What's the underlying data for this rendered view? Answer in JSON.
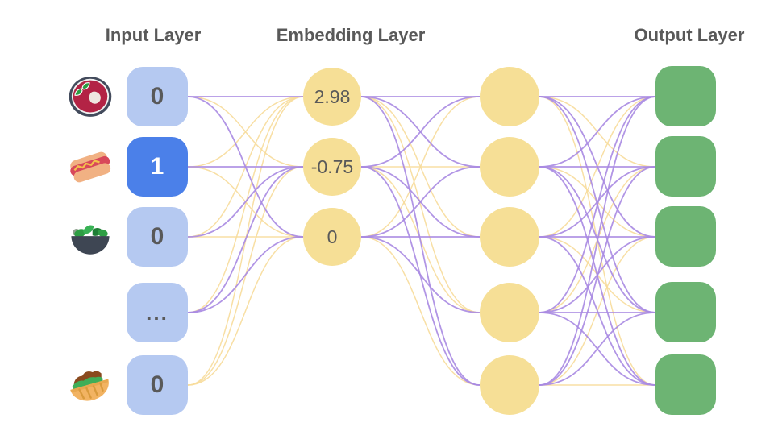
{
  "titles": {
    "input": "Input Layer",
    "embedding": "Embedding Layer",
    "output": "Output Layer"
  },
  "colors": {
    "background": "#ffffff",
    "title_text": "#595959",
    "node_text": "#595959",
    "input_node": "#b5c9f1",
    "input_node_active": "#4b80e9",
    "input_node_active_text": "#ffffff",
    "embedding_node": "#f6df96",
    "hidden_node": "#f6df96",
    "output_node": "#6db473",
    "edge_purple": "#a98ae2",
    "edge_yellow": "#f7dc9a"
  },
  "input_layer": {
    "nodes": [
      {
        "value": "0",
        "icon": "soup-bowl",
        "active": false
      },
      {
        "value": "1",
        "icon": "hot-dog",
        "active": true
      },
      {
        "value": "0",
        "icon": "salad",
        "active": false
      },
      {
        "value": "...",
        "icon": "none",
        "active": false
      },
      {
        "value": "0",
        "icon": "pita",
        "active": false
      }
    ]
  },
  "embedding_layer": {
    "nodes": [
      {
        "value": "2.98"
      },
      {
        "value": "-0.75"
      },
      {
        "value": "0"
      }
    ]
  },
  "hidden_layer": {
    "node_count": 5
  },
  "output_layer": {
    "node_count": 5
  },
  "connections": {
    "input_to_embedding": [
      [
        "purple",
        "yellow",
        "purple"
      ],
      [
        "yellow",
        "purple",
        "yellow"
      ],
      [
        "yellow",
        "purple",
        "yellow"
      ],
      [
        "yellow",
        "purple",
        "purple"
      ],
      [
        "yellow",
        "yellow",
        "yellow"
      ]
    ],
    "embedding_to_hidden": [
      [
        "purple",
        "purple",
        "yellow",
        "yellow",
        "purple"
      ],
      [
        "purple",
        "yellow",
        "purple",
        "yellow",
        "purple"
      ],
      [
        "yellow",
        "purple",
        "purple",
        "purple",
        "yellow"
      ]
    ],
    "hidden_to_output": [
      [
        "purple",
        "yellow",
        "purple",
        "purple",
        "yellow"
      ],
      [
        "purple",
        "purple",
        "yellow",
        "purple",
        "purple"
      ],
      [
        "yellow",
        "purple",
        "purple",
        "yellow",
        "purple"
      ],
      [
        "purple",
        "yellow",
        "purple",
        "purple",
        "purple"
      ],
      [
        "purple",
        "purple",
        "yellow",
        "purple",
        "yellow"
      ]
    ]
  }
}
